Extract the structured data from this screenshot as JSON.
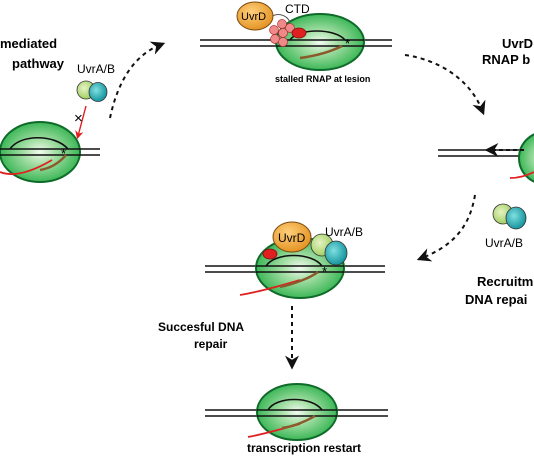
{
  "labels": {
    "pathway_title_line1": "mediated",
    "pathway_title_line2": "pathway",
    "uvrab_top": "UvrA/B",
    "ctd": "CTD",
    "uvrd_top": "UvrD",
    "stalled": "stalled RNAP at lesion",
    "right_title_line1": "UvrD",
    "right_title_line2": "RNAP b",
    "uvrab_right": "UvrA/B",
    "uvrd_mid": "UvrD",
    "uvrab_mid": "UvrA/B",
    "recruit_line1": "Recruitm",
    "recruit_line2": "DNA repai",
    "success_line1": "Succesful DNA",
    "success_line2": "repair",
    "restart": "transcription restart"
  },
  "colors": {
    "rnap_green": "#2bb04a",
    "rnap_dark": "#0f6b2a",
    "uvrd_orange": "#f0a030",
    "uvra_lightgreen": "#b8d878",
    "uvrb_teal": "#1aa8a8",
    "ctd_pink": "#f08a8a",
    "rna_red": "#e02020",
    "dna_black": "#111111"
  }
}
